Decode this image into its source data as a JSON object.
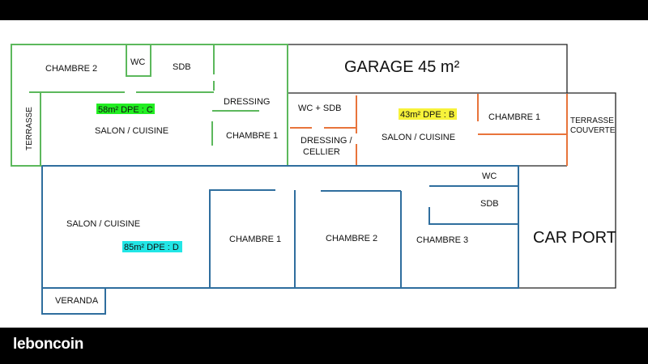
{
  "diagram": {
    "garage": {
      "label": "GARAGE 45 m²"
    },
    "car_port": {
      "label": "CAR PORT"
    },
    "terrasse_couverte": {
      "line1": "TERRASSE",
      "line2": "COUVERTE"
    },
    "green_unit": {
      "color": "#5cb85c",
      "dpe_label": "58m² DPE : C",
      "dpe_bg": "#22ee22",
      "rooms": {
        "chambre2": "CHAMBRE 2",
        "wc": "WC",
        "sdb": "SDB",
        "terrasse": "TERRASSE",
        "salon": "SALON / CUISINE",
        "dressing": "DRESSING",
        "chambre1": "CHAMBRE 1"
      }
    },
    "orange_unit": {
      "color": "#e8743b",
      "dpe_label": "43m² DPE : B",
      "dpe_bg": "#f7f23a",
      "rooms": {
        "wc_sdb": "WC + SDB",
        "dressing_line1": "DRESSING /",
        "dressing_line2": "CELLIER",
        "salon": "SALON / CUISINE",
        "chambre1": "CHAMBRE 1"
      }
    },
    "blue_unit": {
      "color": "#2f6e9e",
      "dpe_label": "85m² DPE : D",
      "dpe_bg": "#22e6e6",
      "rooms": {
        "salon": "SALON / CUISINE",
        "chambre1": "CHAMBRE 1",
        "chambre2": "CHAMBRE 2",
        "chambre3": "CHAMBRE 3",
        "wc": "WC",
        "sdb": "SDB",
        "veranda": "VERANDA"
      }
    },
    "outline_color": "#222222"
  },
  "footer": {
    "brand": "leboncoin"
  }
}
